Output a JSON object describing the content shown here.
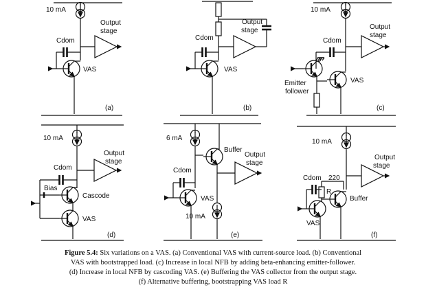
{
  "panels": {
    "a": {
      "source": "10 mA",
      "cdom": "Cdom",
      "output": [
        "Output",
        "stage"
      ],
      "vas": "VAS",
      "tag": "(a)"
    },
    "b": {
      "output": [
        "Output",
        "stage"
      ],
      "cdom": "Cdom",
      "vas": "VAS",
      "tag": "(b)"
    },
    "c": {
      "source": "10 mA",
      "cdom": "Cdom",
      "output": [
        "Output",
        "stage"
      ],
      "follower": [
        "Emitter",
        "follower"
      ],
      "vas": "VAS",
      "tag": "(c)"
    },
    "d": {
      "source": "10 mA",
      "output": [
        "Output",
        "stage"
      ],
      "cdom": "Cdom",
      "bias": "Bias",
      "cascode": "Cascode",
      "vas": "VAS",
      "tag": "(d)"
    },
    "e": {
      "source": "6 mA",
      "buffer": "Buffer",
      "output": [
        "Output",
        "stage"
      ],
      "cdom": "Cdom",
      "vas": "VAS",
      "sink": "10 mA",
      "tag": "(e)"
    },
    "f": {
      "source": "10 mA",
      "output": [
        "Output",
        "stage"
      ],
      "cdom": "Cdom",
      "r_value": "220",
      "r_label": "R",
      "buffer": "Buffer",
      "vas": "VAS",
      "tag": "(f)"
    }
  },
  "caption": {
    "figure": "Figure 5.4:",
    "lines": [
      "Six variations on a VAS. (a) Conventional VAS with current-source load. (b) Conventional",
      "VAS with bootstrapped load. (c) Increase in local NFB by adding beta-enhancing emitter-follower.",
      "(d) Increase in local NFB by cascoding VAS. (e) Buffering the VAS collector from the output stage.",
      "(f) Alternative buffering, bootstrapping VAS load R"
    ]
  }
}
